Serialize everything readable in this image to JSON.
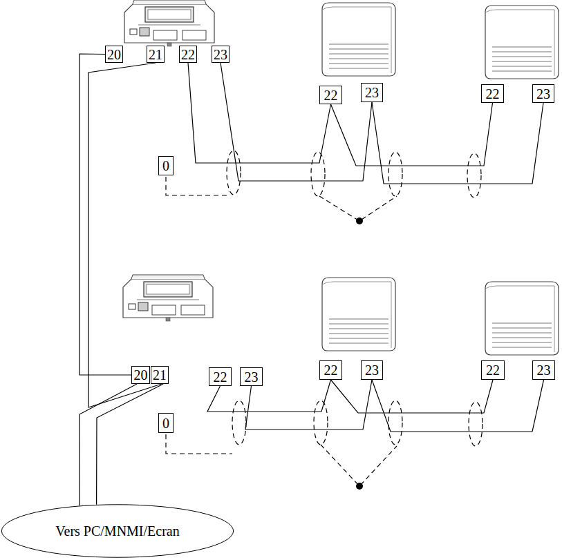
{
  "diagram": {
    "nodes": [
      {
        "text": [
          "20"
        ]
      },
      {
        "text": [
          "21"
        ]
      },
      {
        "text": [
          "22"
        ]
      },
      {
        "text": [
          "23"
        ]
      },
      {
        "text": [
          "22"
        ]
      },
      {
        "text": [
          "23"
        ]
      },
      {
        "text": [
          "22"
        ]
      },
      {
        "text": [
          "23"
        ]
      },
      {
        "text": [
          "0"
        ]
      },
      {
        "text": [
          "20"
        ]
      },
      {
        "text": [
          "21"
        ]
      },
      {
        "text": [
          "22"
        ]
      },
      {
        "text": [
          "23"
        ]
      },
      {
        "text": [
          "22"
        ]
      },
      {
        "text": [
          "23"
        ]
      },
      {
        "text": [
          "22"
        ]
      },
      {
        "text": [
          "23"
        ]
      },
      {
        "text": [
          "0"
        ]
      },
      {
        "text": [
          "Vers PC/MNMI/Ecran"
        ]
      }
    ],
    "edges": [
      {
        "from": 2,
        "to": 4,
        "arrow": "none"
      },
      {
        "from": 4,
        "to": 6,
        "arrow": "none"
      },
      {
        "from": 3,
        "to": 5,
        "arrow": "none"
      },
      {
        "from": 5,
        "to": 7,
        "arrow": "none"
      },
      {
        "from": 11,
        "to": 13,
        "arrow": "none"
      },
      {
        "from": 13,
        "to": 15,
        "arrow": "none"
      },
      {
        "from": 12,
        "to": 14,
        "arrow": "none"
      },
      {
        "from": 14,
        "to": 16,
        "arrow": "none"
      },
      {
        "from": 0,
        "to": 9,
        "arrow": "none"
      },
      {
        "from": 9,
        "to": 18,
        "arrow": "none"
      },
      {
        "from": 1,
        "to": 10,
        "arrow": "none"
      },
      {
        "from": 10,
        "to": 18,
        "arrow": "none"
      }
    ]
  }
}
